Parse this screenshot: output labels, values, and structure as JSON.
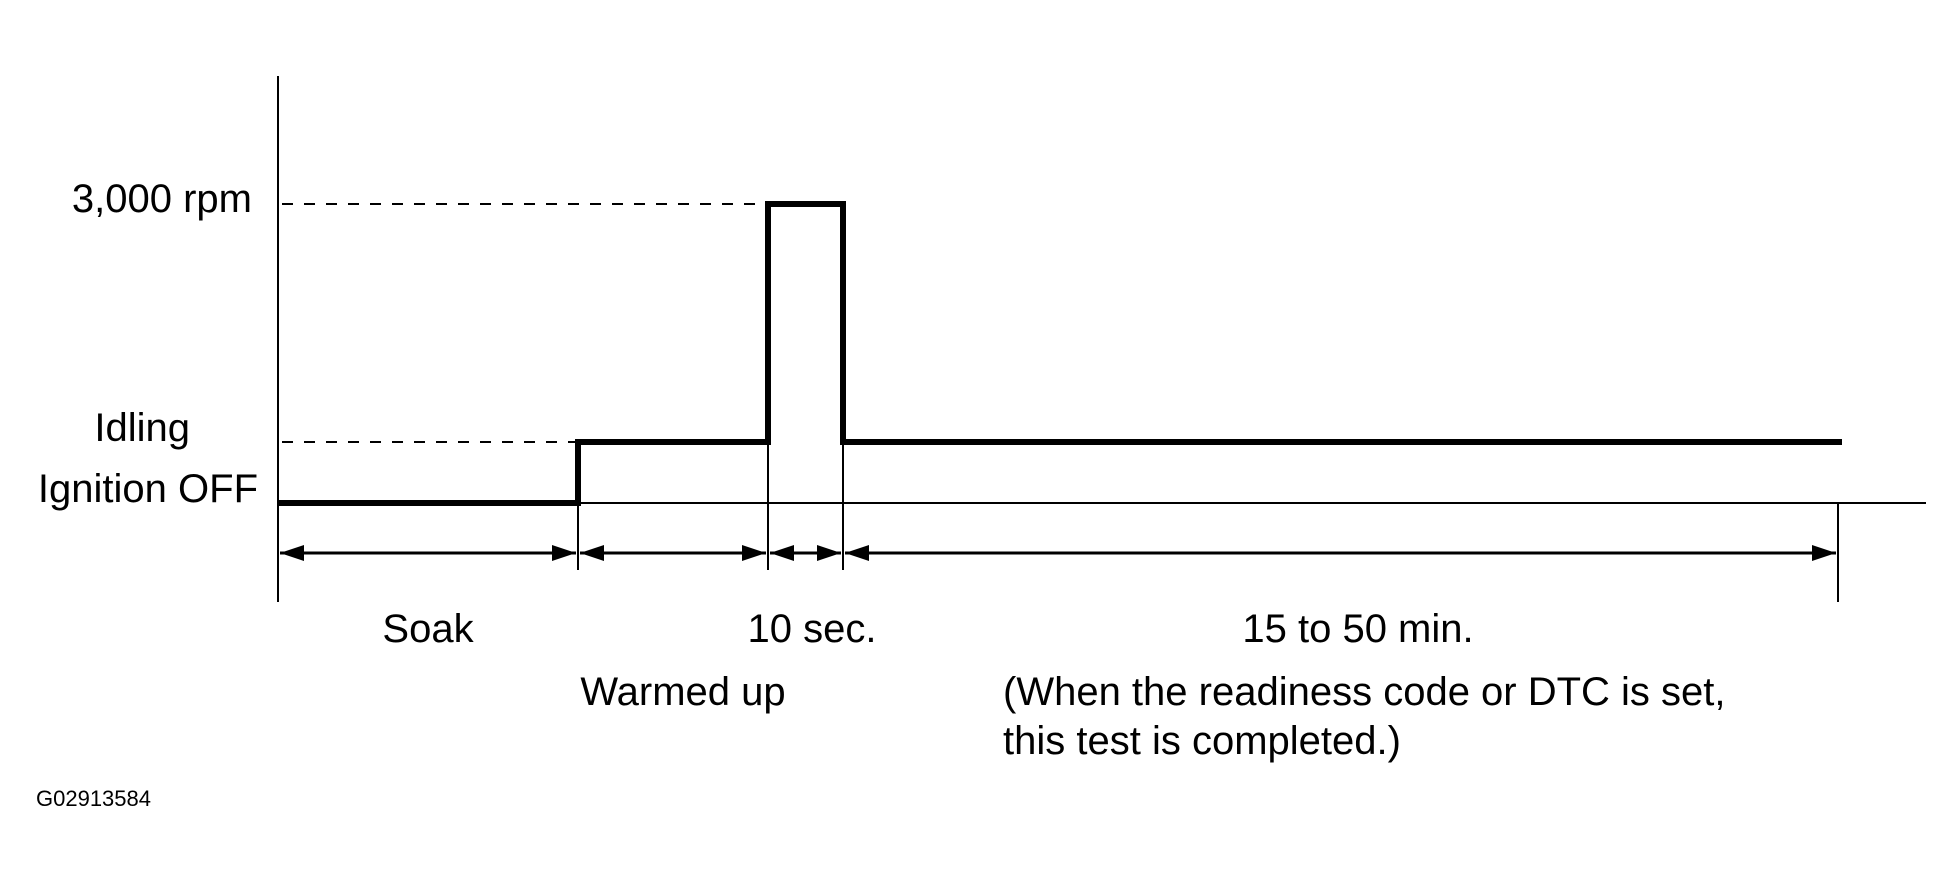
{
  "diagram": {
    "levels": {
      "high": "3,000 rpm",
      "idle": "Idling",
      "off": "Ignition OFF"
    },
    "phases": {
      "soak": "Soak",
      "warmed_up": "Warmed up",
      "rev": "10 sec.",
      "drive": "15 to 50 min.",
      "note_line1": "(When the readiness code or DTC is set,",
      "note_line2": "this test is completed.)"
    },
    "figure_code": "G02913584",
    "colors": {
      "ink": "#000000",
      "background": "#ffffff"
    }
  }
}
